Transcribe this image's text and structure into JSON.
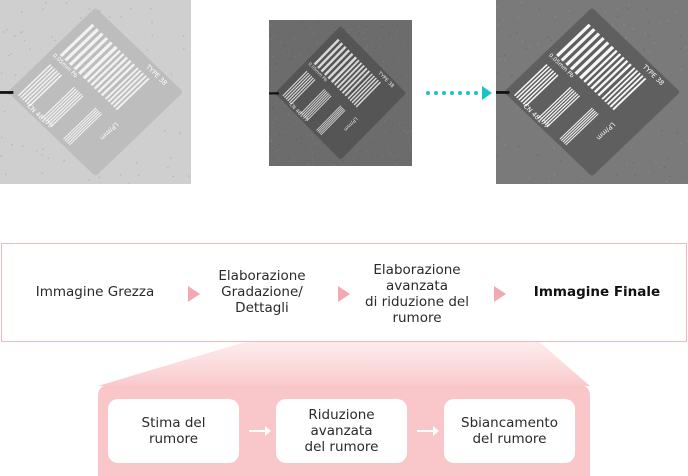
{
  "images": {
    "raw": {
      "type_label": "TYPE 38",
      "lp_label": "LP/mm",
      "pb_label": "0.05mm Pb",
      "cn_label": "CN 48177"
    },
    "middle": {
      "type_label": "TYPE 38",
      "lp_label": "LP/mm",
      "pb_label": "0.05mm Pb",
      "cn_label": "CN 48177"
    },
    "final": {
      "type_label": "TYPE 38",
      "lp_label": "LP/mm",
      "pb_label": "0.05mm Pb",
      "cn_label": "CN 48177"
    }
  },
  "pipeline": {
    "steps": [
      {
        "lines": [
          "Immagine Grezza"
        ]
      },
      {
        "lines": [
          "Elaborazione",
          "Gradazione/",
          "Dettagli"
        ]
      },
      {
        "lines": [
          "Elaborazione",
          "avanzata",
          "di riduzione del",
          "rumore"
        ]
      },
      {
        "lines": [
          "Immagine Finale"
        ]
      }
    ]
  },
  "substeps": [
    {
      "lines": [
        "Stima del",
        "rumore"
      ]
    },
    {
      "lines": [
        "Riduzione",
        "avanzata",
        "del rumore"
      ]
    },
    {
      "lines": [
        "Sbiancamento",
        "del rumore"
      ]
    }
  ],
  "colors": {
    "accent_pink": "#f4b8bd",
    "triangle_pink": "#f2a9b1",
    "subbox_pink": "#f9c6c9",
    "arrow_teal": "#19c4c4"
  }
}
